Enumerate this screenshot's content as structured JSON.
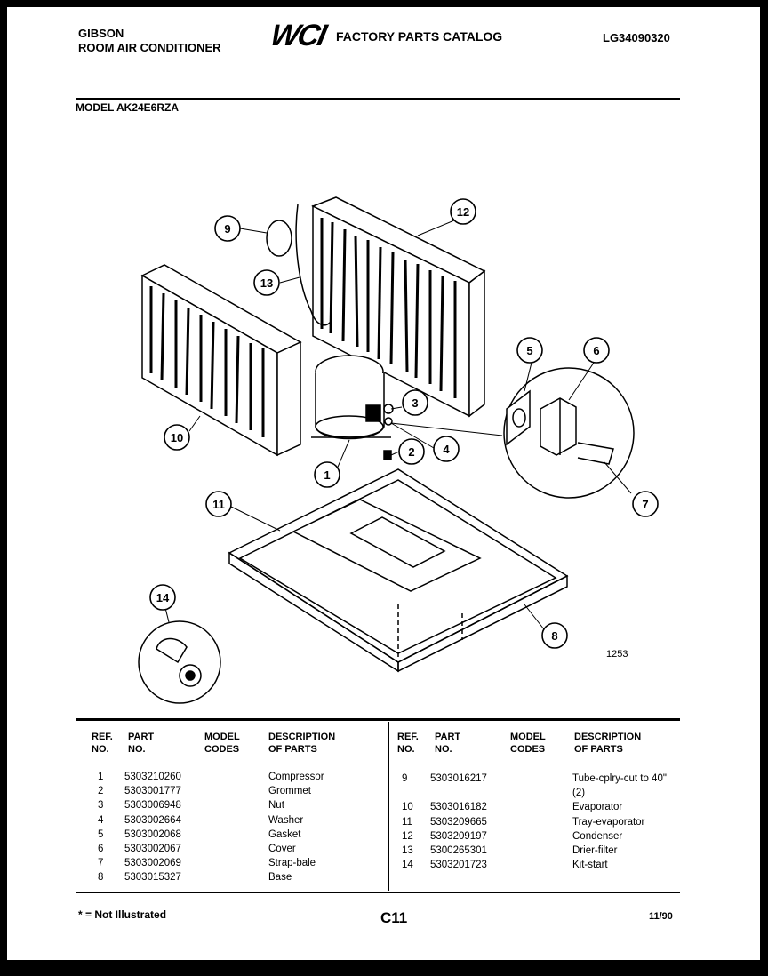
{
  "header": {
    "brand_line1": "GIBSON",
    "brand_line2": "ROOM AIR CONDITIONER",
    "logo": "WCI",
    "catalog_title": "FACTORY PARTS CATALOG",
    "doc_id": "LG34090320"
  },
  "model": "MODEL AK24E6RZA",
  "diagram": {
    "figure_number": "1253",
    "callouts": [
      "1",
      "2",
      "3",
      "4",
      "5",
      "6",
      "7",
      "8",
      "9",
      "10",
      "11",
      "12",
      "13",
      "14"
    ]
  },
  "table": {
    "headers": {
      "ref_line1": "REF.",
      "ref_line2": "NO.",
      "part_line1": "PART",
      "part_line2": "NO.",
      "model_line1": "MODEL",
      "model_line2": "CODES",
      "desc_line1": "DESCRIPTION",
      "desc_line2": "OF PARTS"
    },
    "left_rows": [
      {
        "ref": "1",
        "part": "5303210260",
        "desc": "Compressor"
      },
      {
        "ref": "2",
        "part": "5303001777",
        "desc": "Grommet"
      },
      {
        "ref": "3",
        "part": "5303006948",
        "desc": "Nut"
      },
      {
        "ref": "4",
        "part": "5303002664",
        "desc": "Washer"
      },
      {
        "ref": "5",
        "part": "5303002068",
        "desc": "Gasket"
      },
      {
        "ref": "6",
        "part": "5303002067",
        "desc": "Cover"
      },
      {
        "ref": "7",
        "part": "5303002069",
        "desc": "Strap-bale"
      },
      {
        "ref": "8",
        "part": "5303015327",
        "desc": "Base"
      }
    ],
    "right_rows": [
      {
        "ref": "9",
        "part": "5303016217",
        "desc": "Tube-cplry-cut to 40\"",
        "desc2": "(2)"
      },
      {
        "ref": "10",
        "part": "5303016182",
        "desc": "Evaporator"
      },
      {
        "ref": "11",
        "part": "5303209665",
        "desc": "Tray-evaporator"
      },
      {
        "ref": "12",
        "part": "5303209197",
        "desc": "Condenser"
      },
      {
        "ref": "13",
        "part": "5300265301",
        "desc": "Drier-filter"
      },
      {
        "ref": "14",
        "part": "5303201723",
        "desc": "Kit-start"
      }
    ]
  },
  "footer": {
    "note": "* = Not Illustrated",
    "page_code": "C11",
    "date": "11/90"
  }
}
